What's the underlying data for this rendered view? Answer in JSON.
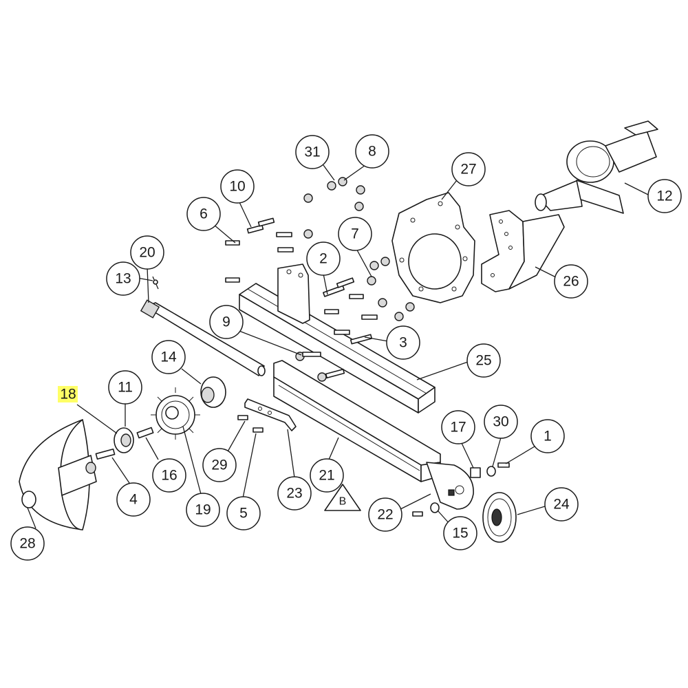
{
  "diagram": {
    "highlight_color": "#ffff66",
    "highlighted_callout": "18",
    "callouts": [
      "1",
      "2",
      "3",
      "4",
      "5",
      "6",
      "7",
      "8",
      "9",
      "10",
      "11",
      "12",
      "13",
      "14",
      "15",
      "16",
      "17",
      "18",
      "19",
      "20",
      "21",
      "22",
      "23",
      "24",
      "25",
      "26",
      "27",
      "28",
      "29",
      "30",
      "31"
    ],
    "view_marker": "B"
  }
}
